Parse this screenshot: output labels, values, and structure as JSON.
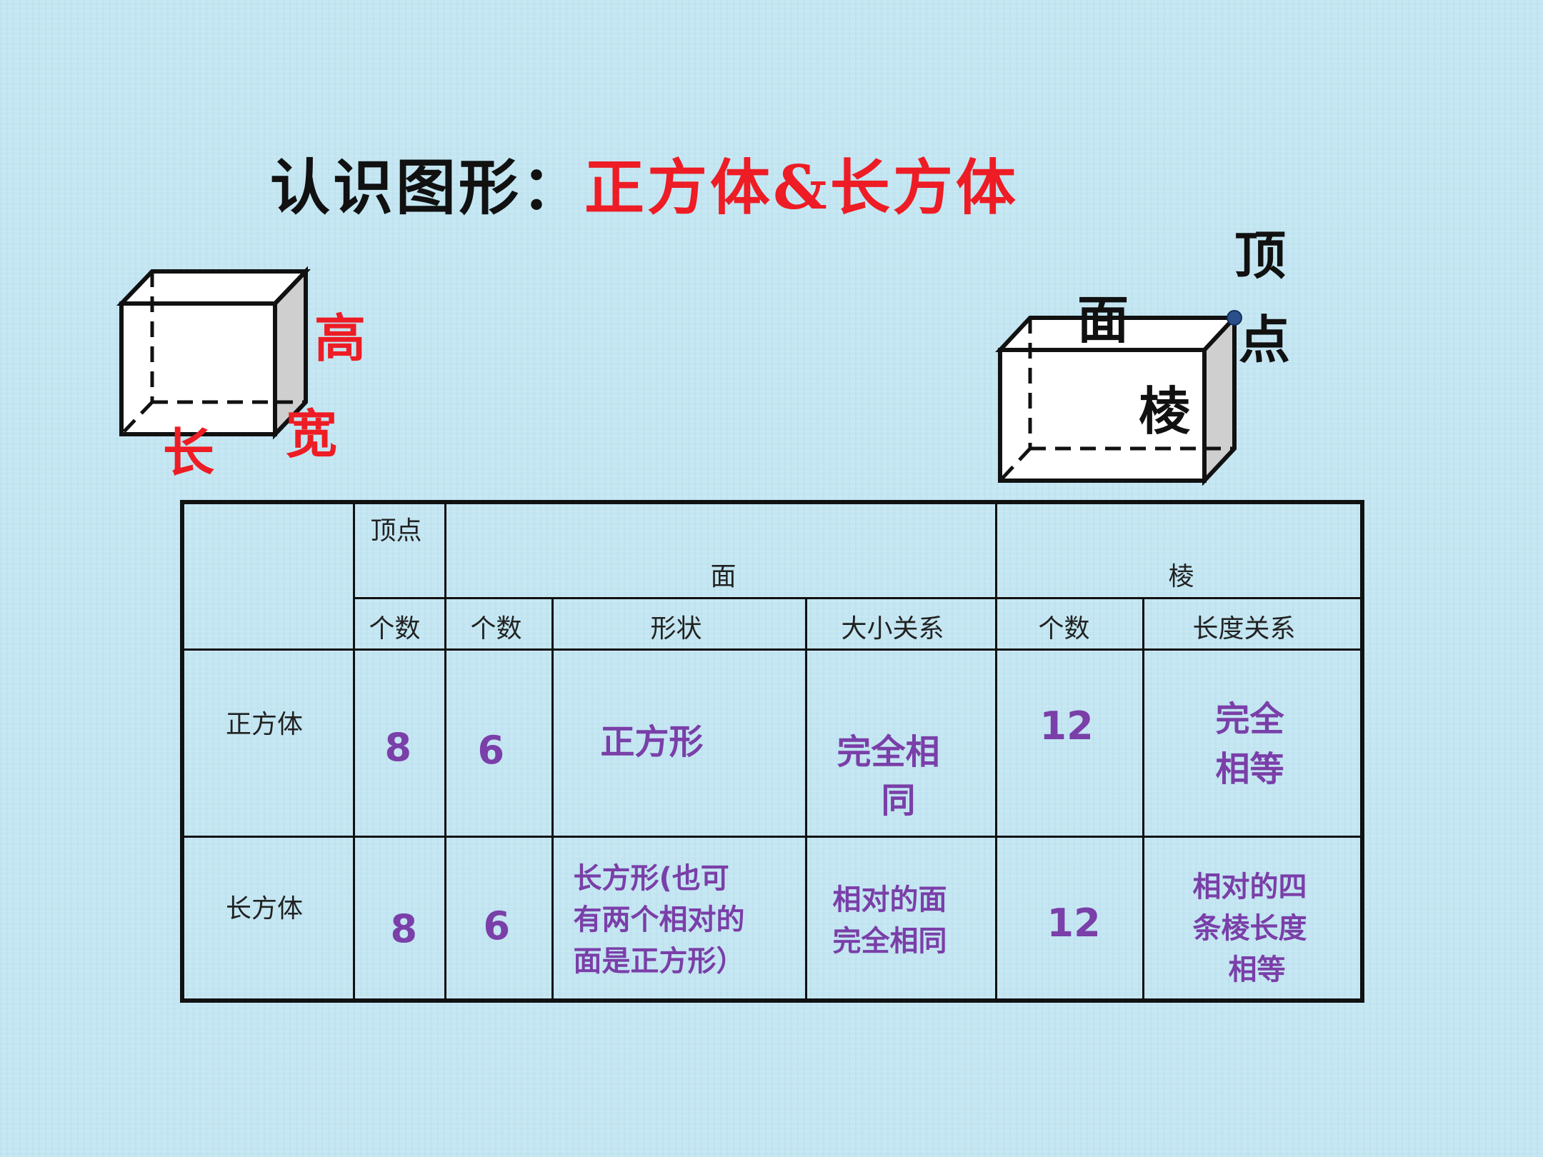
{
  "title": {
    "part1": "认识图形：",
    "part2": "正方体&长方体"
  },
  "left_cube_labels": {
    "height": "高",
    "width": "宽",
    "length": "长"
  },
  "right_cube_labels": {
    "vertex_line1": "顶",
    "vertex_line2": "点",
    "face": "面",
    "edge": "棱"
  },
  "table": {
    "header": {
      "vertex": "顶点",
      "face": "面",
      "edge": "棱",
      "sub": [
        "个数",
        "个数",
        "形状",
        "大小关系",
        "个数",
        "长度关系"
      ]
    },
    "rows": [
      {
        "label": "正方体",
        "vertex_count": "8",
        "face_count": "6",
        "face_shape": "正方形",
        "face_size": [
          "完全相",
          "同"
        ],
        "edge_count": "12",
        "edge_length": [
          "完全",
          "相等"
        ]
      },
      {
        "label": "长方体",
        "vertex_count": "8",
        "face_count": "6",
        "face_shape": [
          "长方形(也可",
          "有两个相对的",
          "面是正方形）"
        ],
        "face_size": [
          "相对的面",
          "完全相同"
        ],
        "edge_count": "12",
        "edge_length": [
          "相对的四",
          "条棱长度",
          "相等"
        ]
      }
    ]
  },
  "colors": {
    "title_red": "#ee1c24",
    "answer_purple": "#7a3fa8",
    "background": "#c3e6f2"
  }
}
